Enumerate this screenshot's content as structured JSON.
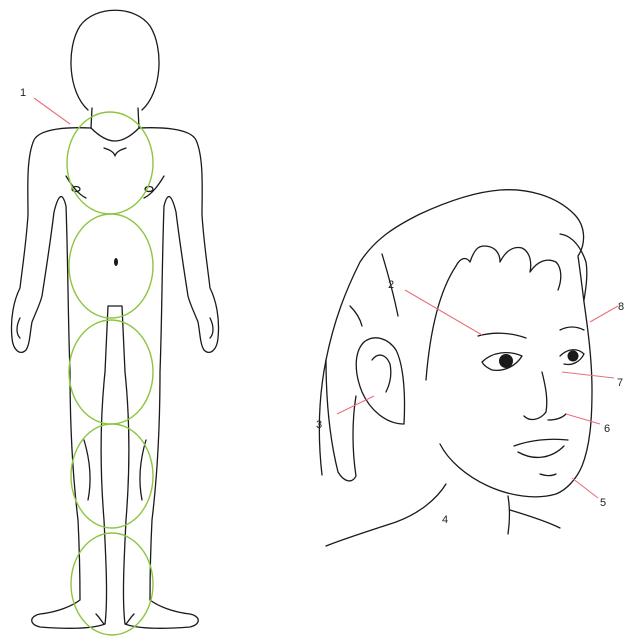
{
  "colors": {
    "outline": "#1a1a1a",
    "ring": "#8cc63f",
    "leader": "#e8707a",
    "text": "#222222"
  },
  "labels": {
    "l1": "1",
    "l2": "2",
    "l3": "3",
    "l4": "4",
    "l5": "5",
    "l6": "6",
    "l7": "7",
    "l8": "8"
  }
}
